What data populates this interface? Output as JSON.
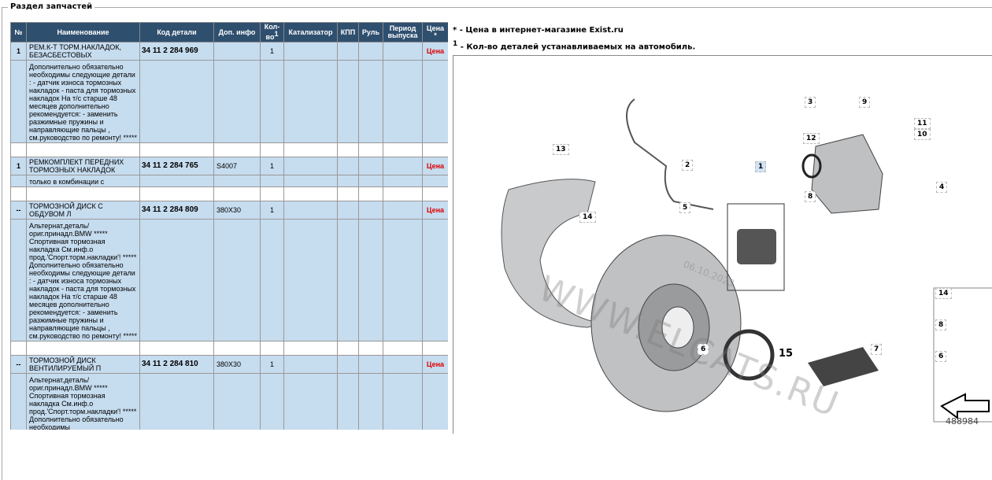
{
  "section_title": "Раздел запчастей",
  "headers": [
    "№",
    "Наименование",
    "Код детали",
    "Доп. инфо",
    "Кол-во",
    "Катализатор",
    "КПП",
    "Руль",
    "Период выпуска",
    "Цена"
  ],
  "header_sup": {
    "qty": "1",
    "price": "*"
  },
  "rows": [
    {
      "no": "1",
      "name": "РЕМ.К-Т ТОРМ.НАКЛАДОК, БЕЗАСБЕСТОВЫХ",
      "code": "34 11 2 284 969",
      "info": "",
      "qty": "1",
      "price": "Цена",
      "desc": "Дополнительно обязательно необходимы следующие детали : - датчик износа тормозных накладок - паста для тормозных накладок На т/с старше 48 месяцев дополнительно рекомендуется: - заменить разжимные пружины и направляющие пальцы , см.руководство по ремонту! *****"
    },
    {
      "no": "1",
      "name": "РЕМКОМПЛЕКТ ПЕРЕДНИХ ТОРМОЗНЫХ НАКЛАДОК",
      "code": "34 11 2 284 765",
      "info": "S4007",
      "qty": "1",
      "price": "Цена",
      "desc": "только в комбинации с"
    },
    {
      "no": "--",
      "name": "ТОРМОЗНОЙ ДИСК С ОБДУВОМ Л",
      "code": "34 11 2 284 809",
      "info": "380X30",
      "qty": "1",
      "price": "Цена",
      "desc": "Альтернат.деталь/ ориг.принадл.BMW ***** Спортивная тормозная накладка См.инф.о прод.'Спорт.торм.накладки'! ***** Дополнительно обязательно необходимы следующие детали : - датчик износа тормозных накладок - паста для тормозных накладок На т/с старше 48 месяцев дополнительно рекомендуется: - заменить разжимные пружины и направляющие пальцы , см.руководство по ремонту! *****"
    },
    {
      "no": "--",
      "name": "ТОРМОЗНОЙ ДИСК ВЕНТИЛИРУЕМЫЙ П",
      "code": "34 11 2 284 810",
      "info": "380X30",
      "qty": "1",
      "price": "Цена",
      "desc": "Альтернат.деталь/ ориг.принадл.BMW ***** Спортивная тормозная накладка См.инф.о прод.'Спорт.торм.накладки'! ***** Дополнительно обязательно необходимы"
    }
  ],
  "notes": {
    "price_mark": "*",
    "price_note": " - Цена в интернет-магазине Exist.ru",
    "qty_mark": "1",
    "qty_note": " - Кол-во деталей устанавливаемых на автомобиль."
  },
  "diagram": {
    "callouts": [
      "1",
      "2",
      "3",
      "4",
      "5",
      "6",
      "7",
      "8",
      "9",
      "10",
      "11",
      "12",
      "13",
      "14",
      "15"
    ],
    "side_callouts": [
      "14",
      "8",
      "6"
    ],
    "watermark": "WWW.ELCATS.RU",
    "watermark_date": "06.10.2023",
    "image_number": "488984"
  }
}
